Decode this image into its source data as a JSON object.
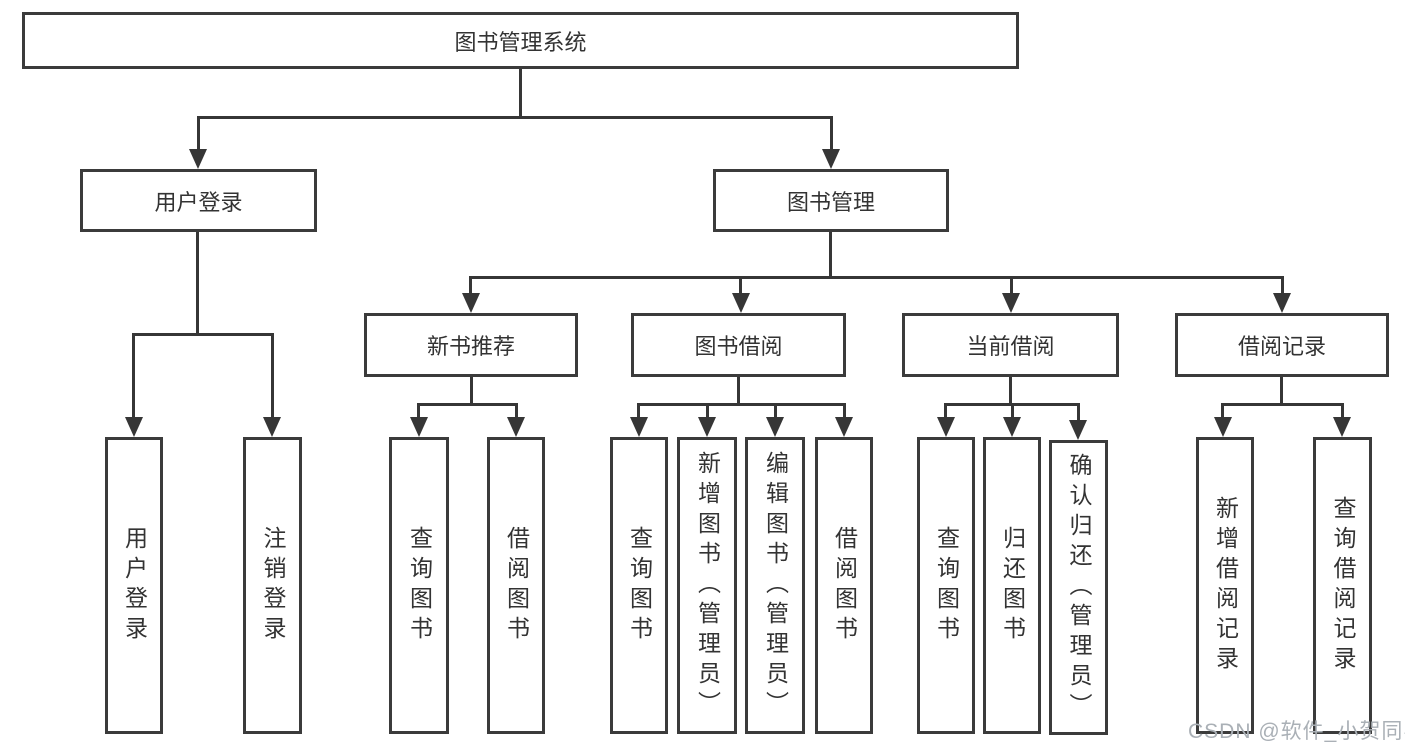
{
  "tree": {
    "root": {
      "label": "图书管理系统"
    },
    "branches": [
      {
        "label": "用户登录",
        "children": [
          {
            "label": "用户登录"
          },
          {
            "label": "注销登录"
          }
        ]
      },
      {
        "label": "图书管理",
        "children": [
          {
            "label": "新书推荐",
            "children": [
              {
                "label": "查询图书"
              },
              {
                "label": "借阅图书"
              }
            ]
          },
          {
            "label": "图书借阅",
            "children": [
              {
                "label": "查询图书"
              },
              {
                "label": "新增图书（管理员）"
              },
              {
                "label": "编辑图书（管理员）"
              },
              {
                "label": "借阅图书"
              }
            ]
          },
          {
            "label": "当前借阅",
            "children": [
              {
                "label": "查询图书"
              },
              {
                "label": "归还图书"
              },
              {
                "label": "确认归还（管理员）"
              }
            ]
          },
          {
            "label": "借阅记录",
            "children": [
              {
                "label": "新增借阅记录"
              },
              {
                "label": "查询借阅记录"
              }
            ]
          }
        ]
      }
    ]
  },
  "watermark": {
    "text": "CSDN @软件_小贺同学"
  },
  "colors": {
    "line": "#363636",
    "border": "#3b3b3b",
    "text": "#333333",
    "background": "#ffffff",
    "watermark": "#aab0b6"
  }
}
